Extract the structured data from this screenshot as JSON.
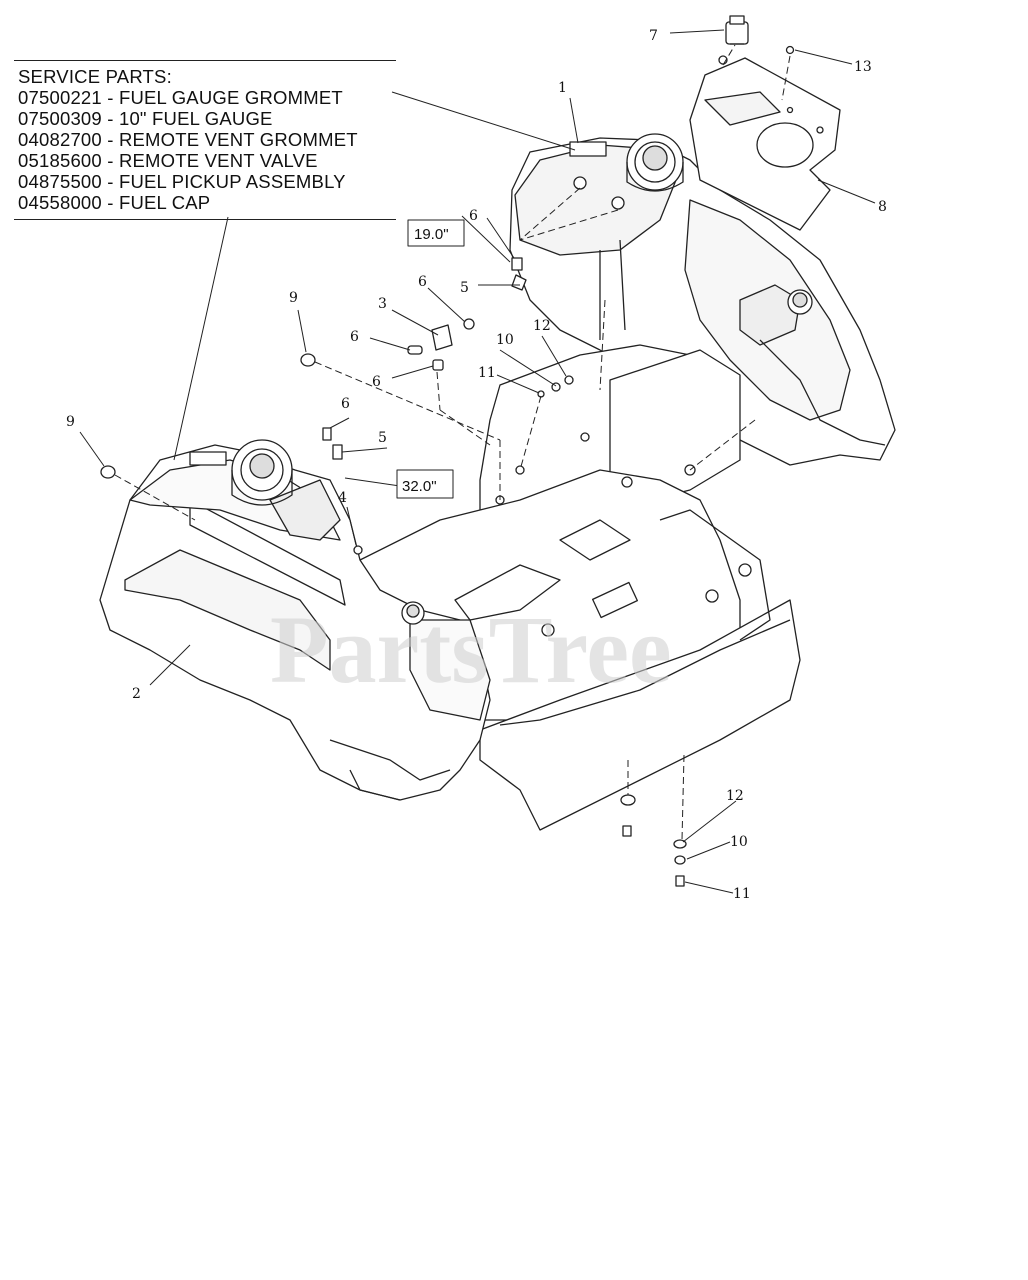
{
  "service_parts": {
    "heading": "SERVICE PARTS:",
    "items": [
      "07500221 - FUEL GAUGE GROMMET",
      "07500309 - 10\" FUEL GAUGE",
      "04082700 - REMOTE VENT GROMMET",
      "05185600 - REMOTE VENT VALVE",
      "04875500 - FUEL PICKUP ASSEMBLY",
      "04558000 - FUEL CAP"
    ]
  },
  "callouts": {
    "c1": "1",
    "c2": "2",
    "c3": "3",
    "c4": "4",
    "c5a": "5",
    "c5b": "5",
    "c6a": "6",
    "c6b": "6",
    "c6c": "6",
    "c6d": "6",
    "c6e": "6",
    "c7": "7",
    "c8": "8",
    "c9a": "9",
    "c9b": "9",
    "c10a": "10",
    "c10b": "10",
    "c11a": "11",
    "c11b": "11",
    "c12a": "12",
    "c12b": "12",
    "c13": "13"
  },
  "dimensions": {
    "d1": "19.0\"",
    "d2": "32.0\""
  },
  "watermark": "PartsTree"
}
